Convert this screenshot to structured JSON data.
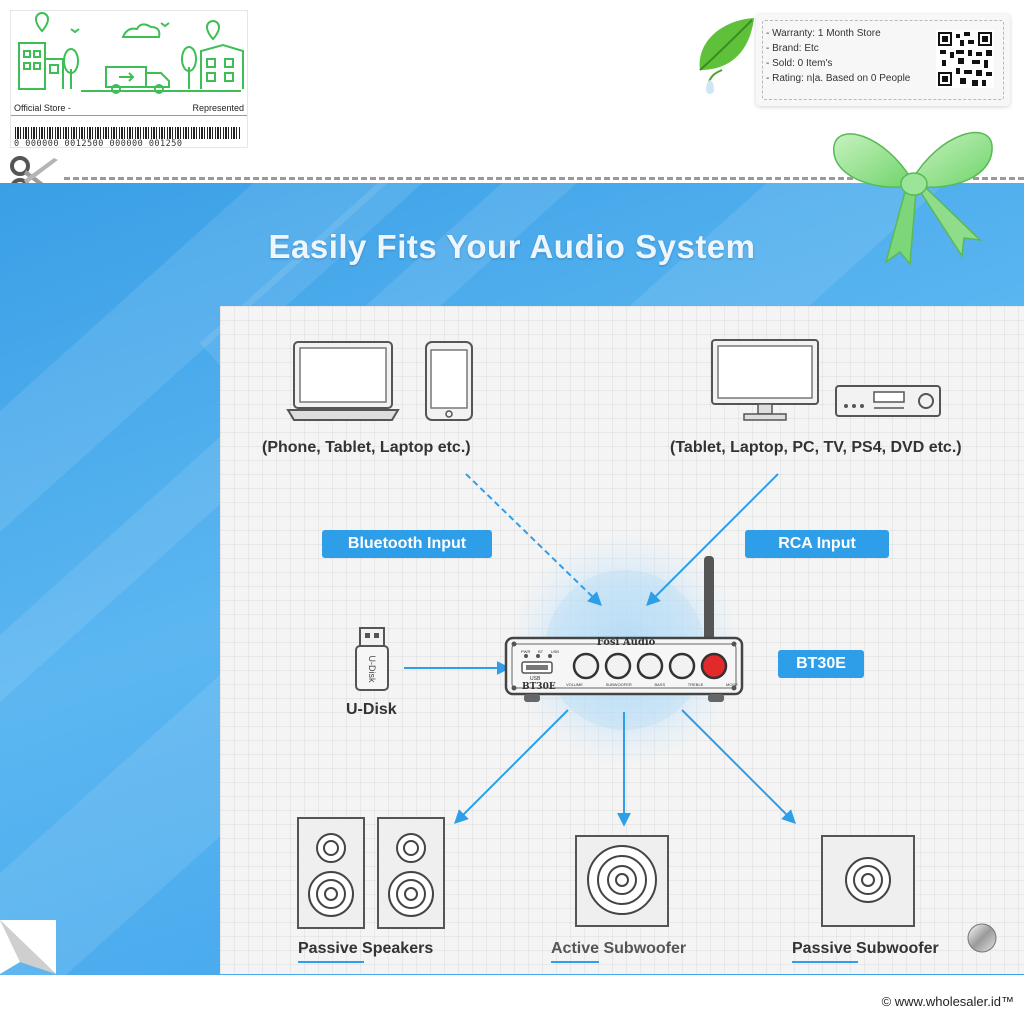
{
  "store_card": {
    "left_label": "Official Store -",
    "right_label": "Represented",
    "barcode_number": "0 000000 0012500 000000 001250"
  },
  "info_box": {
    "warranty": "- Warranty: 1 Month Store",
    "brand": "- Brand: Etc",
    "sold": "- Sold: 0 Item's",
    "rating": "- Rating: n|a. Based on 0 People"
  },
  "title": "Easily Fits Your Audio System",
  "inputs": {
    "left_caption": "(Phone, Tablet, Laptop etc.)",
    "right_caption": "(Tablet, Laptop, PC, TV, PS4, DVD etc.)",
    "bluetooth_label": "Bluetooth Input",
    "rca_label": "RCA Input"
  },
  "amp": {
    "brand": "Fosi Audio",
    "model": "BT30E",
    "badge": "BT30E",
    "usb_label": "USB",
    "indicators": [
      "PWR",
      "BT",
      "USB"
    ],
    "knob_labels": [
      "VOLUME",
      "SUBWOOFER",
      "BASS",
      "TREBLE",
      "MODE"
    ]
  },
  "udisk": {
    "label": "U-Disk",
    "stick_text": "U-Disk"
  },
  "outputs": {
    "passive_speakers": "Passive Speakers",
    "active_subwoofer": "Active Subwoofer",
    "passive_subwoofer": "Passive Subwoofer"
  },
  "footer": "© www.wholesaler.id™",
  "colors": {
    "accent": "#2f9ee9",
    "banner": "#4aaeee",
    "store_green": "#3dbf55"
  }
}
